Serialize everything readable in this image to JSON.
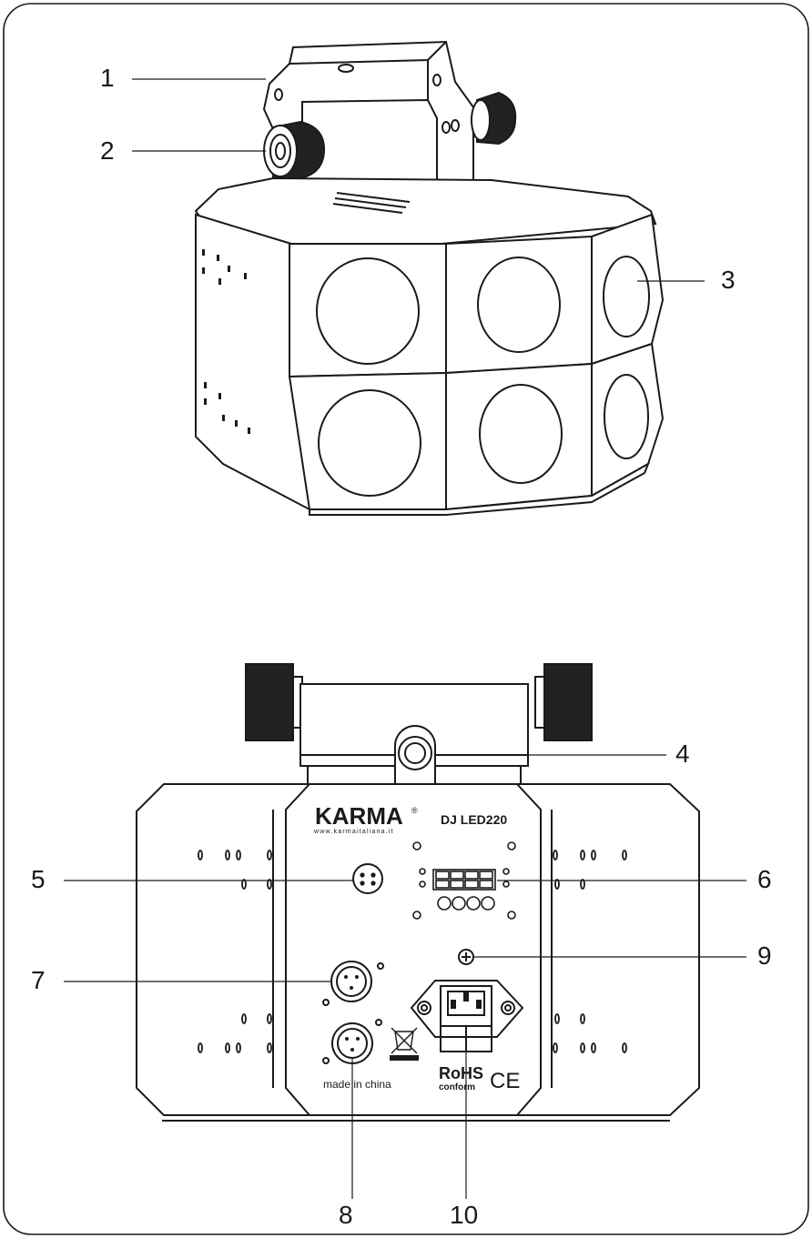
{
  "callouts": {
    "c1": "1",
    "c2": "2",
    "c3": "3",
    "c4": "4",
    "c5": "5",
    "c6": "6",
    "c7": "7",
    "c8": "8",
    "c9": "9",
    "c10": "10"
  },
  "panel": {
    "brand": "KARMA",
    "registered_mark": "®",
    "website": "www.karmaitaliana.it",
    "model": "DJ LED220",
    "made_in": "made in china",
    "rohs": "RoHS",
    "rohs_sub": "conform",
    "ce": "CE"
  },
  "colors": {
    "line": "#1a1a1a",
    "background": "#ffffff"
  }
}
